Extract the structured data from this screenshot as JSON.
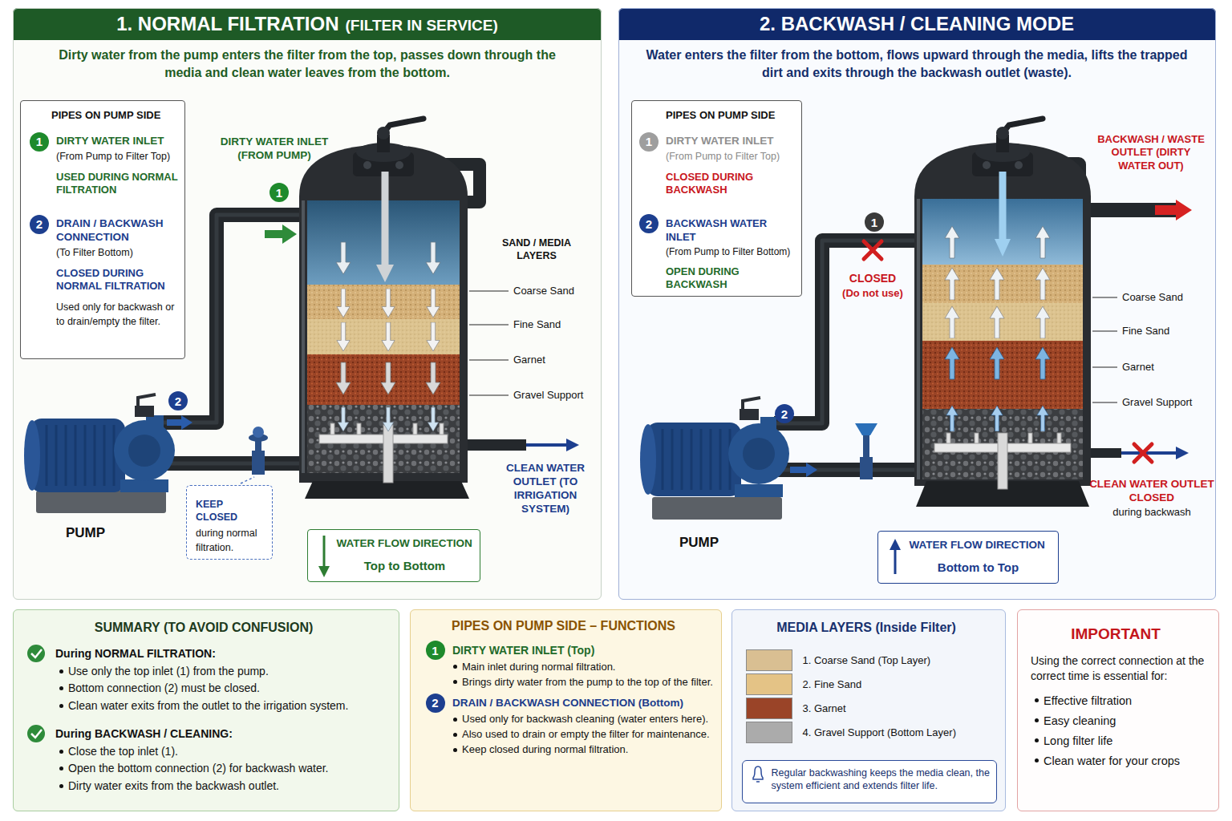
{
  "diagram": {
    "nodes": [
      {
        "text": [
          "1. NORMAL FILTRATION",
          "(FILTER IN SERVICE)",
          "Dirty water from the pump enters the filter from the top, passes down through the media and clean water leaves from the bottom."
        ]
      },
      {
        "text": [
          "PIPES ON PUMP SIDE",
          "DIRTY WATER INLET",
          "(From Pump to Filter Top)",
          "USED DURING NORMAL FILTRATION",
          "DRAIN / BACKWASH CONNECTION",
          "(To Filter Bottom)",
          "CLOSED DURING NORMAL FILTRATION",
          "Used only for backwash or to drain/empty the filter."
        ],
        "in": 0
      },
      {
        "text": [
          "1"
        ],
        "in": 1
      },
      {
        "text": [
          "2"
        ],
        "in": 1
      },
      {
        "text": [
          "1"
        ],
        "in": 0
      },
      {
        "text": [
          "2"
        ],
        "in": 0
      },
      {
        "text": [
          "KEEP CLOSED",
          "during normal filtration."
        ],
        "in": 0
      },
      {
        "text": [
          "WATER FLOW DIRECTION",
          "Top to Bottom"
        ],
        "in": 0
      },
      {
        "text": [
          "2. BACKWASH / CLEANING MODE",
          "Water enters the filter from the bottom, flows upward through the media, lifts the trapped dirt and exits through the backwash outlet (waste)."
        ]
      },
      {
        "text": [
          "PIPES ON PUMP SIDE",
          "DIRTY WATER INLET",
          "(From Pump to Filter Top)",
          "CLOSED DURING BACKWASH",
          "BACKWASH WATER INLET",
          "(From Pump to Filter Bottom)",
          "OPEN DURING BACKWASH"
        ],
        "in": 8
      },
      {
        "text": [
          "1"
        ],
        "in": 9
      },
      {
        "text": [
          "2"
        ],
        "in": 9
      },
      {
        "text": [
          "1"
        ],
        "in": 8
      },
      {
        "text": [
          "2"
        ],
        "in": 8
      },
      {
        "text": [
          "WATER FLOW DIRECTION",
          "Bottom to Top"
        ],
        "in": 8
      },
      {
        "text": [
          "SUMMARY (TO AVOID CONFUSION)",
          "During NORMAL FILTRATION:",
          "Use only the top inlet (1) from the pump.",
          "Bottom connection (2) must be closed.",
          "Clean water exits from the outlet to the irrigation system.",
          "During BACKWASH / CLEANING:",
          "Close the top inlet (1).",
          "Open the bottom connection (2) for backwash water.",
          "Dirty water exits from the backwash outlet."
        ]
      },
      {
        "text": [
          "PIPES ON PUMP SIDE – FUNCTIONS",
          "DIRTY WATER INLET (Top)",
          "Main inlet during normal filtration.",
          "Brings dirty water from the pump to the top of the filter.",
          "DRAIN / BACKWASH CONNECTION (Bottom)",
          "Used only for backwash cleaning (water enters here).",
          "Also used to drain or empty the filter for maintenance.",
          "Keep closed during normal filtration."
        ]
      },
      {
        "text": [
          "1"
        ],
        "in": 16
      },
      {
        "text": [
          "2"
        ],
        "in": 16
      },
      {
        "text": [
          "MEDIA LAYERS (Inside Filter)"
        ]
      },
      {
        "text": [
          "Regular backwashing keeps the media clean, the system efficient and extends filter life."
        ],
        "in": 19
      },
      {
        "text": [
          "IMPORTANT",
          "Using the correct connection at the correct time is essential for:",
          "Effective filtration",
          "Easy cleaning",
          "Long filter life",
          "Clean water for your crops"
        ]
      }
    ],
    "labels": [
      "DIRTY WATER INLET (FROM PUMP)",
      "SAND / MEDIA LAYERS",
      "Coarse Sand",
      "Fine Sand",
      "Garnet",
      "Gravel Support",
      "CLEAN WATER OUTLET (TO IRRIGATION SYSTEM)",
      "PUMP",
      "BACKWASH / WASTE OUTLET (DIRTY WATER OUT)",
      "CLOSED",
      "(Do not use)",
      "Coarse Sand",
      "Fine Sand",
      "Garnet",
      "Gravel Support",
      "CLEAN WATER OUTLET CLOSED",
      "during backwash",
      "PUMP"
    ],
    "legend": [
      {
        "text": "1. Coarse Sand (Top Layer)",
        "color": "#d9bf92"
      },
      {
        "text": "2. Fine Sand",
        "color": "#e4c386"
      },
      {
        "text": "3. Garnet",
        "color": "#9a4428"
      },
      {
        "text": "4. Gravel Support (Bottom Layer)",
        "color": "#ababab"
      }
    ]
  }
}
